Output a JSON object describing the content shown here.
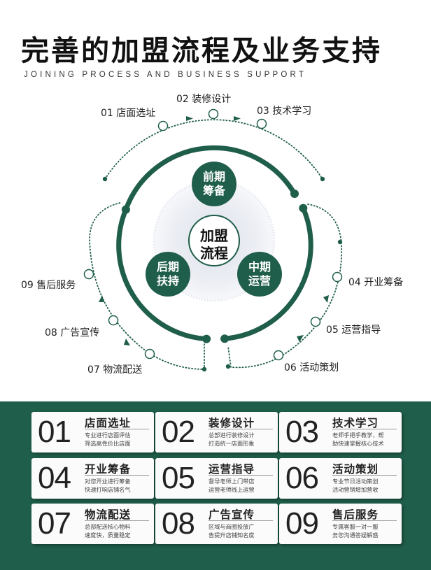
{
  "title": "完善的加盟流程及业务支持",
  "subtitle": "JOINING PROCESS AND BUSINESS SUPPORT",
  "center": {
    "label_line1": "加盟",
    "label_line2": "流程"
  },
  "phases": [
    {
      "line1": "前期",
      "line2": "筹备"
    },
    {
      "line1": "中期",
      "line2": "运营"
    },
    {
      "line1": "后期",
      "line2": "扶持"
    }
  ],
  "steps": [
    "01 店面选址",
    "02 装修设计",
    "03 技术学习",
    "04 开业筹备",
    "05 运营指导",
    "06 活动策划",
    "07 物流配送",
    "08 广告宣传",
    "09 售后服务"
  ],
  "cards": [
    {
      "num": "01",
      "title": "店面选址",
      "desc1": "专业进行店面评估",
      "desc2": "筛选高性价比店面"
    },
    {
      "num": "02",
      "title": "装修设计",
      "desc1": "总部进行装修设计",
      "desc2": "打造统一店面形象"
    },
    {
      "num": "03",
      "title": "技术学习",
      "desc1": "老师手把手教学，帮",
      "desc2": "助快速掌握核心技术"
    },
    {
      "num": "04",
      "title": "开业筹备",
      "desc1": "对您开业进行筹备",
      "desc2": "快速打响店铺名气"
    },
    {
      "num": "05",
      "title": "运营指导",
      "desc1": "督导老师上门带店",
      "desc2": "运营老师线上运营"
    },
    {
      "num": "06",
      "title": "活动策划",
      "desc1": "专业节日活动策划",
      "desc2": "活动营销增加营收"
    },
    {
      "num": "07",
      "title": "物流配送",
      "desc1": "总部配送核心物料",
      "desc2": "速度快，质量稳定"
    },
    {
      "num": "08",
      "title": "广告宣传",
      "desc1": "区域与商圈投放广",
      "desc2": "告提升店铺知名度"
    },
    {
      "num": "09",
      "title": "售后服务",
      "desc1": "专属客服一对一服",
      "desc2": "务您沟通答疑解惑"
    }
  ],
  "colors": {
    "accent": "#1f5e4a",
    "panel": "#1f5e4a",
    "card": "#fbfbfb",
    "center_glow": "#e4e6ef"
  }
}
